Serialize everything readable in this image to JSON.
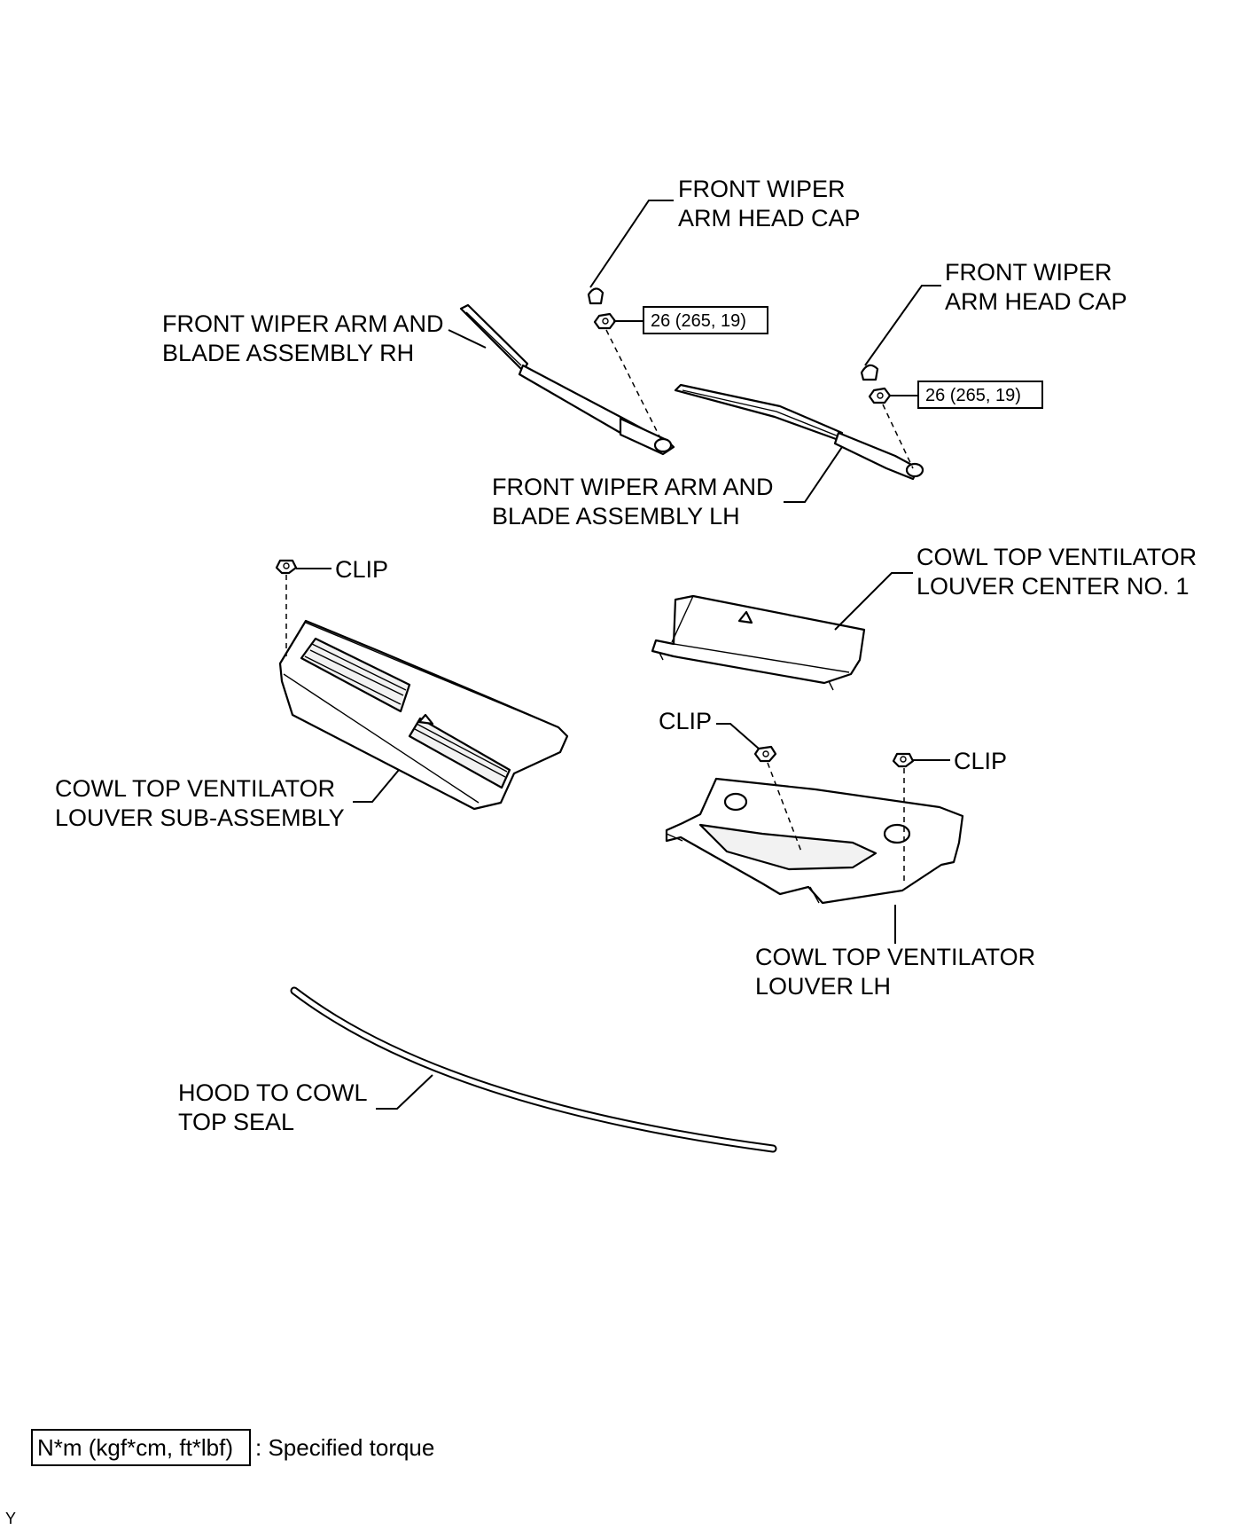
{
  "labels": {
    "wiper_cap_rh": [
      "FRONT WIPER",
      "ARM HEAD CAP"
    ],
    "wiper_cap_lh": [
      "FRONT WIPER",
      "ARM HEAD CAP"
    ],
    "wiper_arm_rh": [
      "FRONT WIPER ARM AND",
      "BLADE ASSEMBLY RH"
    ],
    "wiper_arm_lh": [
      "FRONT WIPER ARM AND",
      "BLADE ASSEMBLY LH"
    ],
    "clip_left": "CLIP",
    "clip_mid": "CLIP",
    "clip_right": "CLIP",
    "louver_center": [
      "COWL TOP VENTILATOR",
      "LOUVER CENTER NO. 1"
    ],
    "louver_sub": [
      "COWL TOP VENTILATOR",
      "LOUVER SUB-ASSEMBLY"
    ],
    "louver_lh": [
      "COWL TOP VENTILATOR",
      "LOUVER LH"
    ],
    "hood_seal": [
      "HOOD TO COWL",
      "TOP SEAL"
    ]
  },
  "torque": {
    "nut_rh": "26 (265, 19)",
    "nut_lh": "26 (265, 19)"
  },
  "legend": {
    "unit_box": "N*m (kgf*cm, ft*lbf)",
    "unit_desc": ": Specified torque"
  },
  "corner_code": "Y"
}
